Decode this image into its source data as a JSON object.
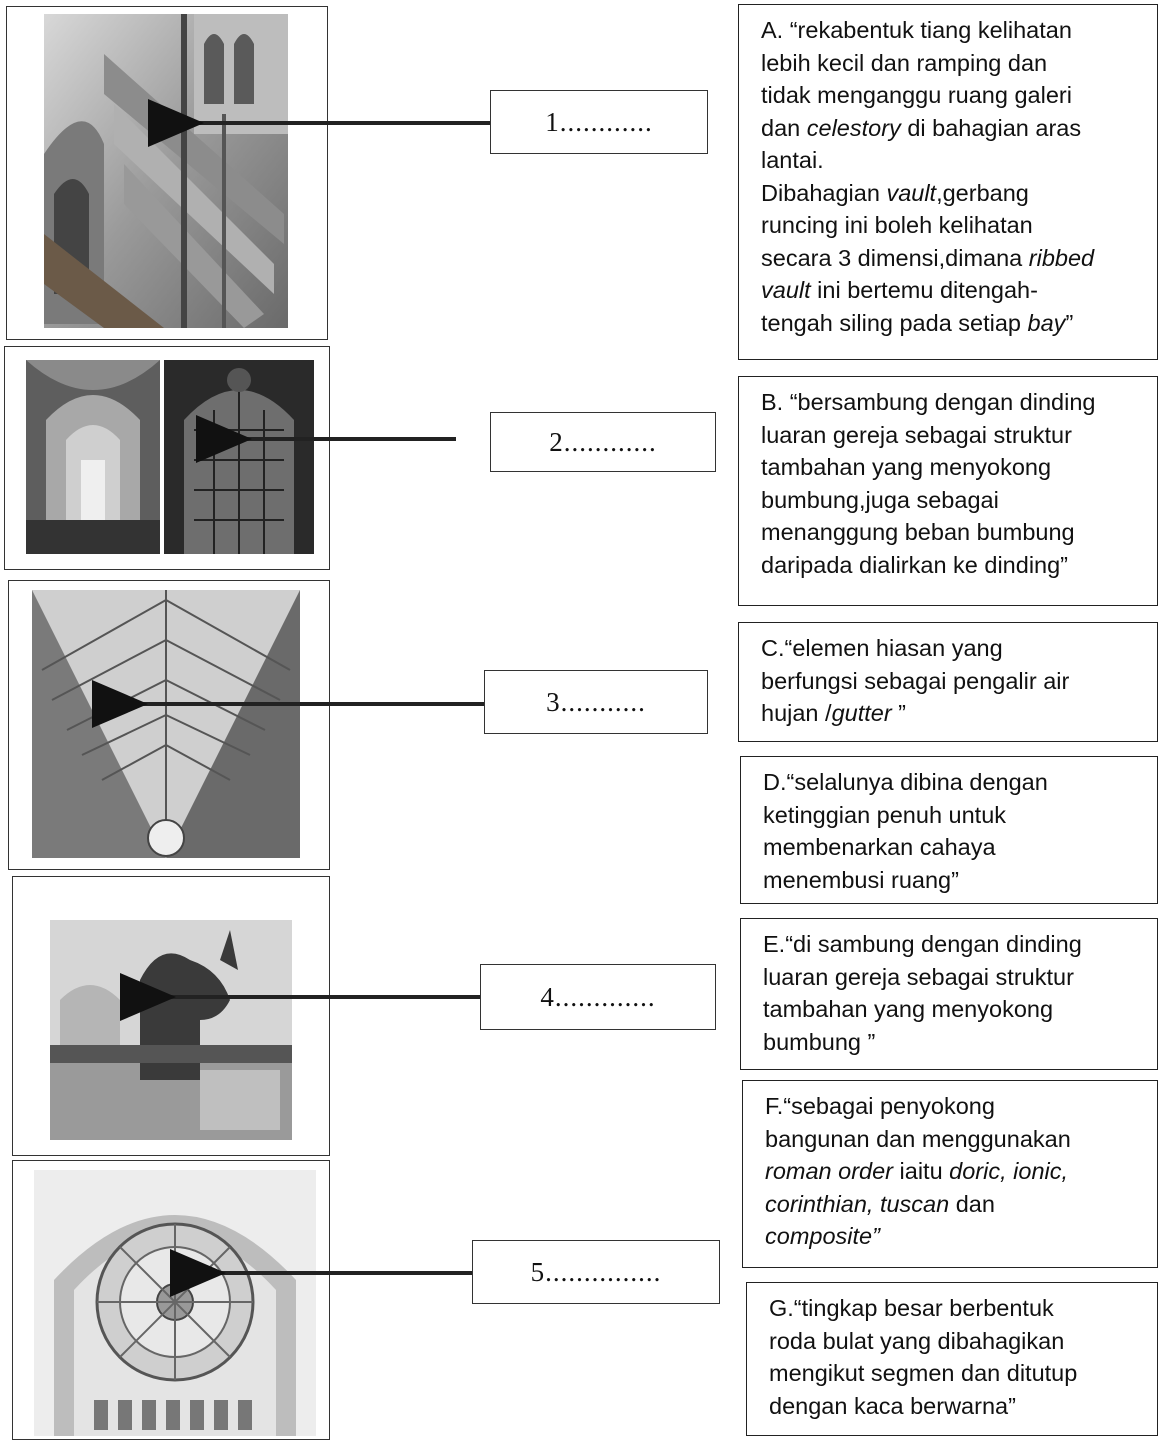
{
  "answer_blanks": [
    "1............",
    "2............",
    "3...........",
    "4.............",
    "5..............."
  ],
  "description_a": {
    "l1": "A. “rekabentuk tiang kelihatan",
    "l2": "lebih kecil dan ramping dan",
    "l3": "tidak menganggu ruang galeri",
    "l4_a": "dan ",
    "l4_i": "celestory",
    "l4_b": " di bahagian aras",
    "l5": "lantai.",
    "l6_a": "Dibahagian ",
    "l6_i": "vault",
    "l6_b": ",gerbang",
    "l7": "runcing ini boleh kelihatan",
    "l8_a": "secara 3 dimensi,dimana ",
    "l8_i": "ribbed",
    "l9_i": "vault",
    "l9_b": " ini bertemu ditengah-",
    "l10_a": "tengah siling pada setiap ",
    "l10_i": "bay",
    "l10_b": "”"
  },
  "description_b": {
    "l1": "B. “bersambung dengan dinding",
    "l2": "luaran gereja sebagai struktur",
    "l3": "tambahan yang menyokong",
    "l4": "bumbung,juga sebagai",
    "l5": "menanggung beban bumbung",
    "l6": "daripada dialirkan ke dinding”"
  },
  "description_c": {
    "l1": "C.“elemen hiasan yang",
    "l2": "berfungsi sebagai pengalir air",
    "l3_a": "hujan /",
    "l3_i": "gutter",
    "l3_b": " ”"
  },
  "description_d": {
    "l1": "D.“selalunya dibina dengan",
    "l2": "ketinggian penuh untuk",
    "l3": "membenarkan cahaya",
    "l4": "menembusi ruang”"
  },
  "description_e": {
    "l1": "E.“di sambung dengan dinding",
    "l2": "luaran gereja sebagai struktur",
    "l3": "tambahan yang menyokong",
    "l4": "bumbung ”"
  },
  "description_f": {
    "l1": "F.“sebagai penyokong",
    "l2": "bangunan dan menggunakan",
    "l3_i": "roman order",
    "l3_a": " iaitu ",
    "l3_i2": "doric, ionic,",
    "l4_i": "corinthian, tuscan",
    "l4_a": " dan",
    "l5_i": "composite”"
  },
  "description_g": {
    "l1": "G.“tingkap besar berbentuk",
    "l2": "roda bulat yang dibahagikan",
    "l3": "mengikut segmen dan ditutup",
    "l4": "dengan kaca berwarna”"
  }
}
